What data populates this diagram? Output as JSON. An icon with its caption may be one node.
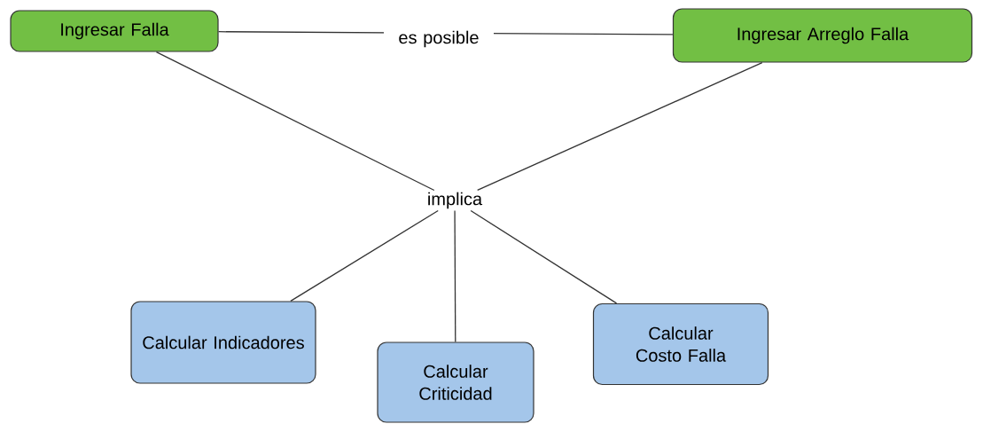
{
  "diagram": {
    "nodes": [
      {
        "text": [
          "Ingresar Falla"
        ]
      },
      {
        "text": [
          "Ingresar Arreglo Falla"
        ]
      },
      {
        "text": [
          "implica"
        ]
      },
      {
        "text": [
          "Calcular Indicadores"
        ]
      },
      {
        "text": [
          "Calcular Criticidad"
        ]
      },
      {
        "text": [
          "Calcular Costo Falla"
        ]
      }
    ],
    "edges": [
      {
        "from": 0,
        "to": 1,
        "arrow": "none",
        "label": "es posible"
      },
      {
        "from": 0,
        "to": 2,
        "arrow": "none"
      },
      {
        "from": 1,
        "to": 2,
        "arrow": "none"
      },
      {
        "from": 2,
        "to": 3,
        "arrow": "none"
      },
      {
        "from": 2,
        "to": 4,
        "arrow": "none"
      },
      {
        "from": 2,
        "to": 5,
        "arrow": "none"
      }
    ]
  }
}
